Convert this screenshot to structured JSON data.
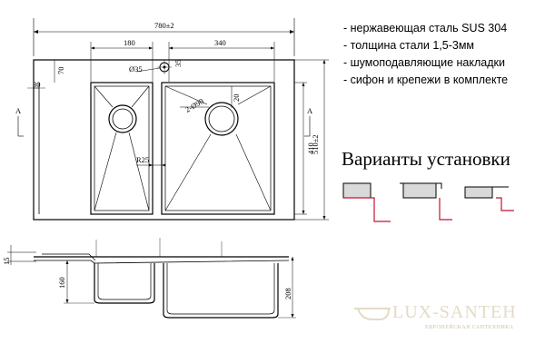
{
  "top_view": {
    "overall_width": "780±2",
    "overall_depth": "510±2",
    "inner_depth": "410",
    "left_bowl_width": "180",
    "right_bowl_width": "340",
    "top_offset": "70",
    "left_offset": "30",
    "tap_hole": "Ø35",
    "tap_offset": "35",
    "drain_left_radius": "R25",
    "drain_right": "2-Ø90",
    "corner_radius": "20",
    "section_mark_left": "A",
    "section_mark_right": "A"
  },
  "side_view": {
    "flange_height": "15",
    "left_bowl_depth": "160",
    "right_bowl_depth": "208"
  },
  "features": [
    "- нержавеющая сталь SUS 304",
    "- толщина стали 1,5-3мм",
    "- шумоподавляющие накладки",
    "- сифон и крепежи в комплекте"
  ],
  "install": {
    "title": "Варианты установки",
    "variants": [
      "flush-mount",
      "top-mount",
      "undermount"
    ],
    "line_color": "#c8102e"
  },
  "brand": {
    "name": "LUX-SANTEH",
    "tagline": "ЕВРОПЕЙСКАЯ САНТЕХНИКА",
    "color": "#e4dbc8"
  }
}
